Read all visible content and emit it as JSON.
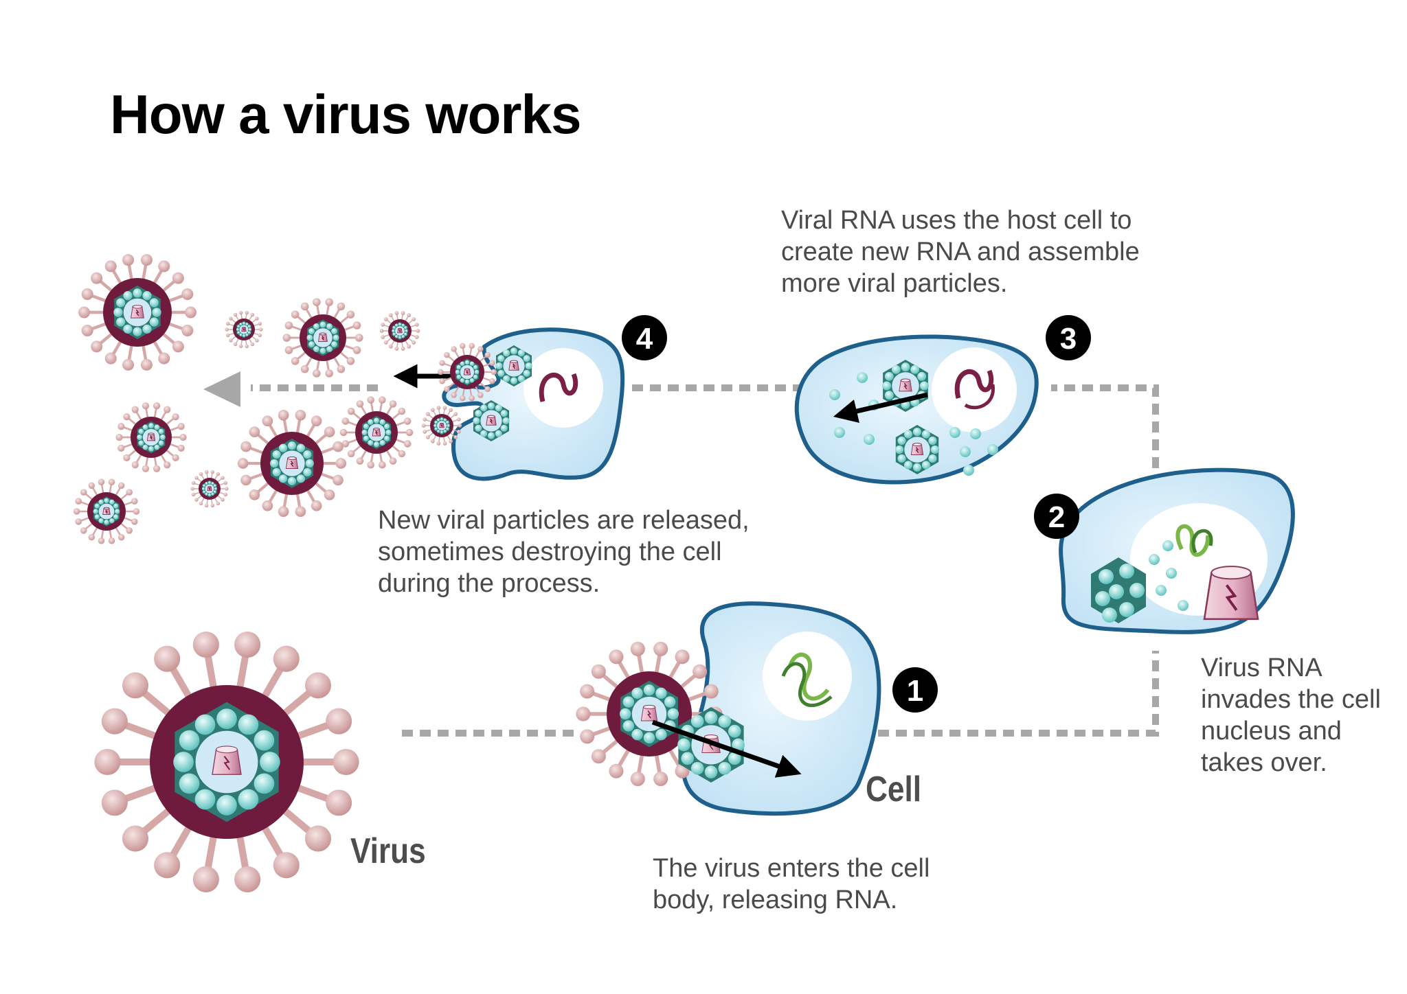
{
  "title": "How a virus works",
  "labels": {
    "virus": "Virus",
    "cell": "Cell"
  },
  "steps": [
    {
      "number": "1",
      "text": "The virus enters the cell\nbody, releasing RNA."
    },
    {
      "number": "2",
      "text": "Virus RNA\ninvades the cell\nnucleus and\ntakes over."
    },
    {
      "number": "3",
      "text": "Viral RNA uses the host cell to\ncreate new RNA and assemble\nmore viral particles."
    },
    {
      "number": "4",
      "text": "New viral particles are released,\nsometimes destroying the cell\nduring the process."
    }
  ],
  "colors": {
    "cell_fill": "#cfe9f7",
    "cell_stroke": "#1f5f8b",
    "virus_envelope": "#6f1b3d",
    "spike": "#d6a7a7",
    "capsid": "#2f7a73",
    "rna_particle": "#9fe0dd",
    "rna_green": "#7ab648",
    "rna_dark": "#7a1f45",
    "path_gray": "#a7a7a7"
  }
}
